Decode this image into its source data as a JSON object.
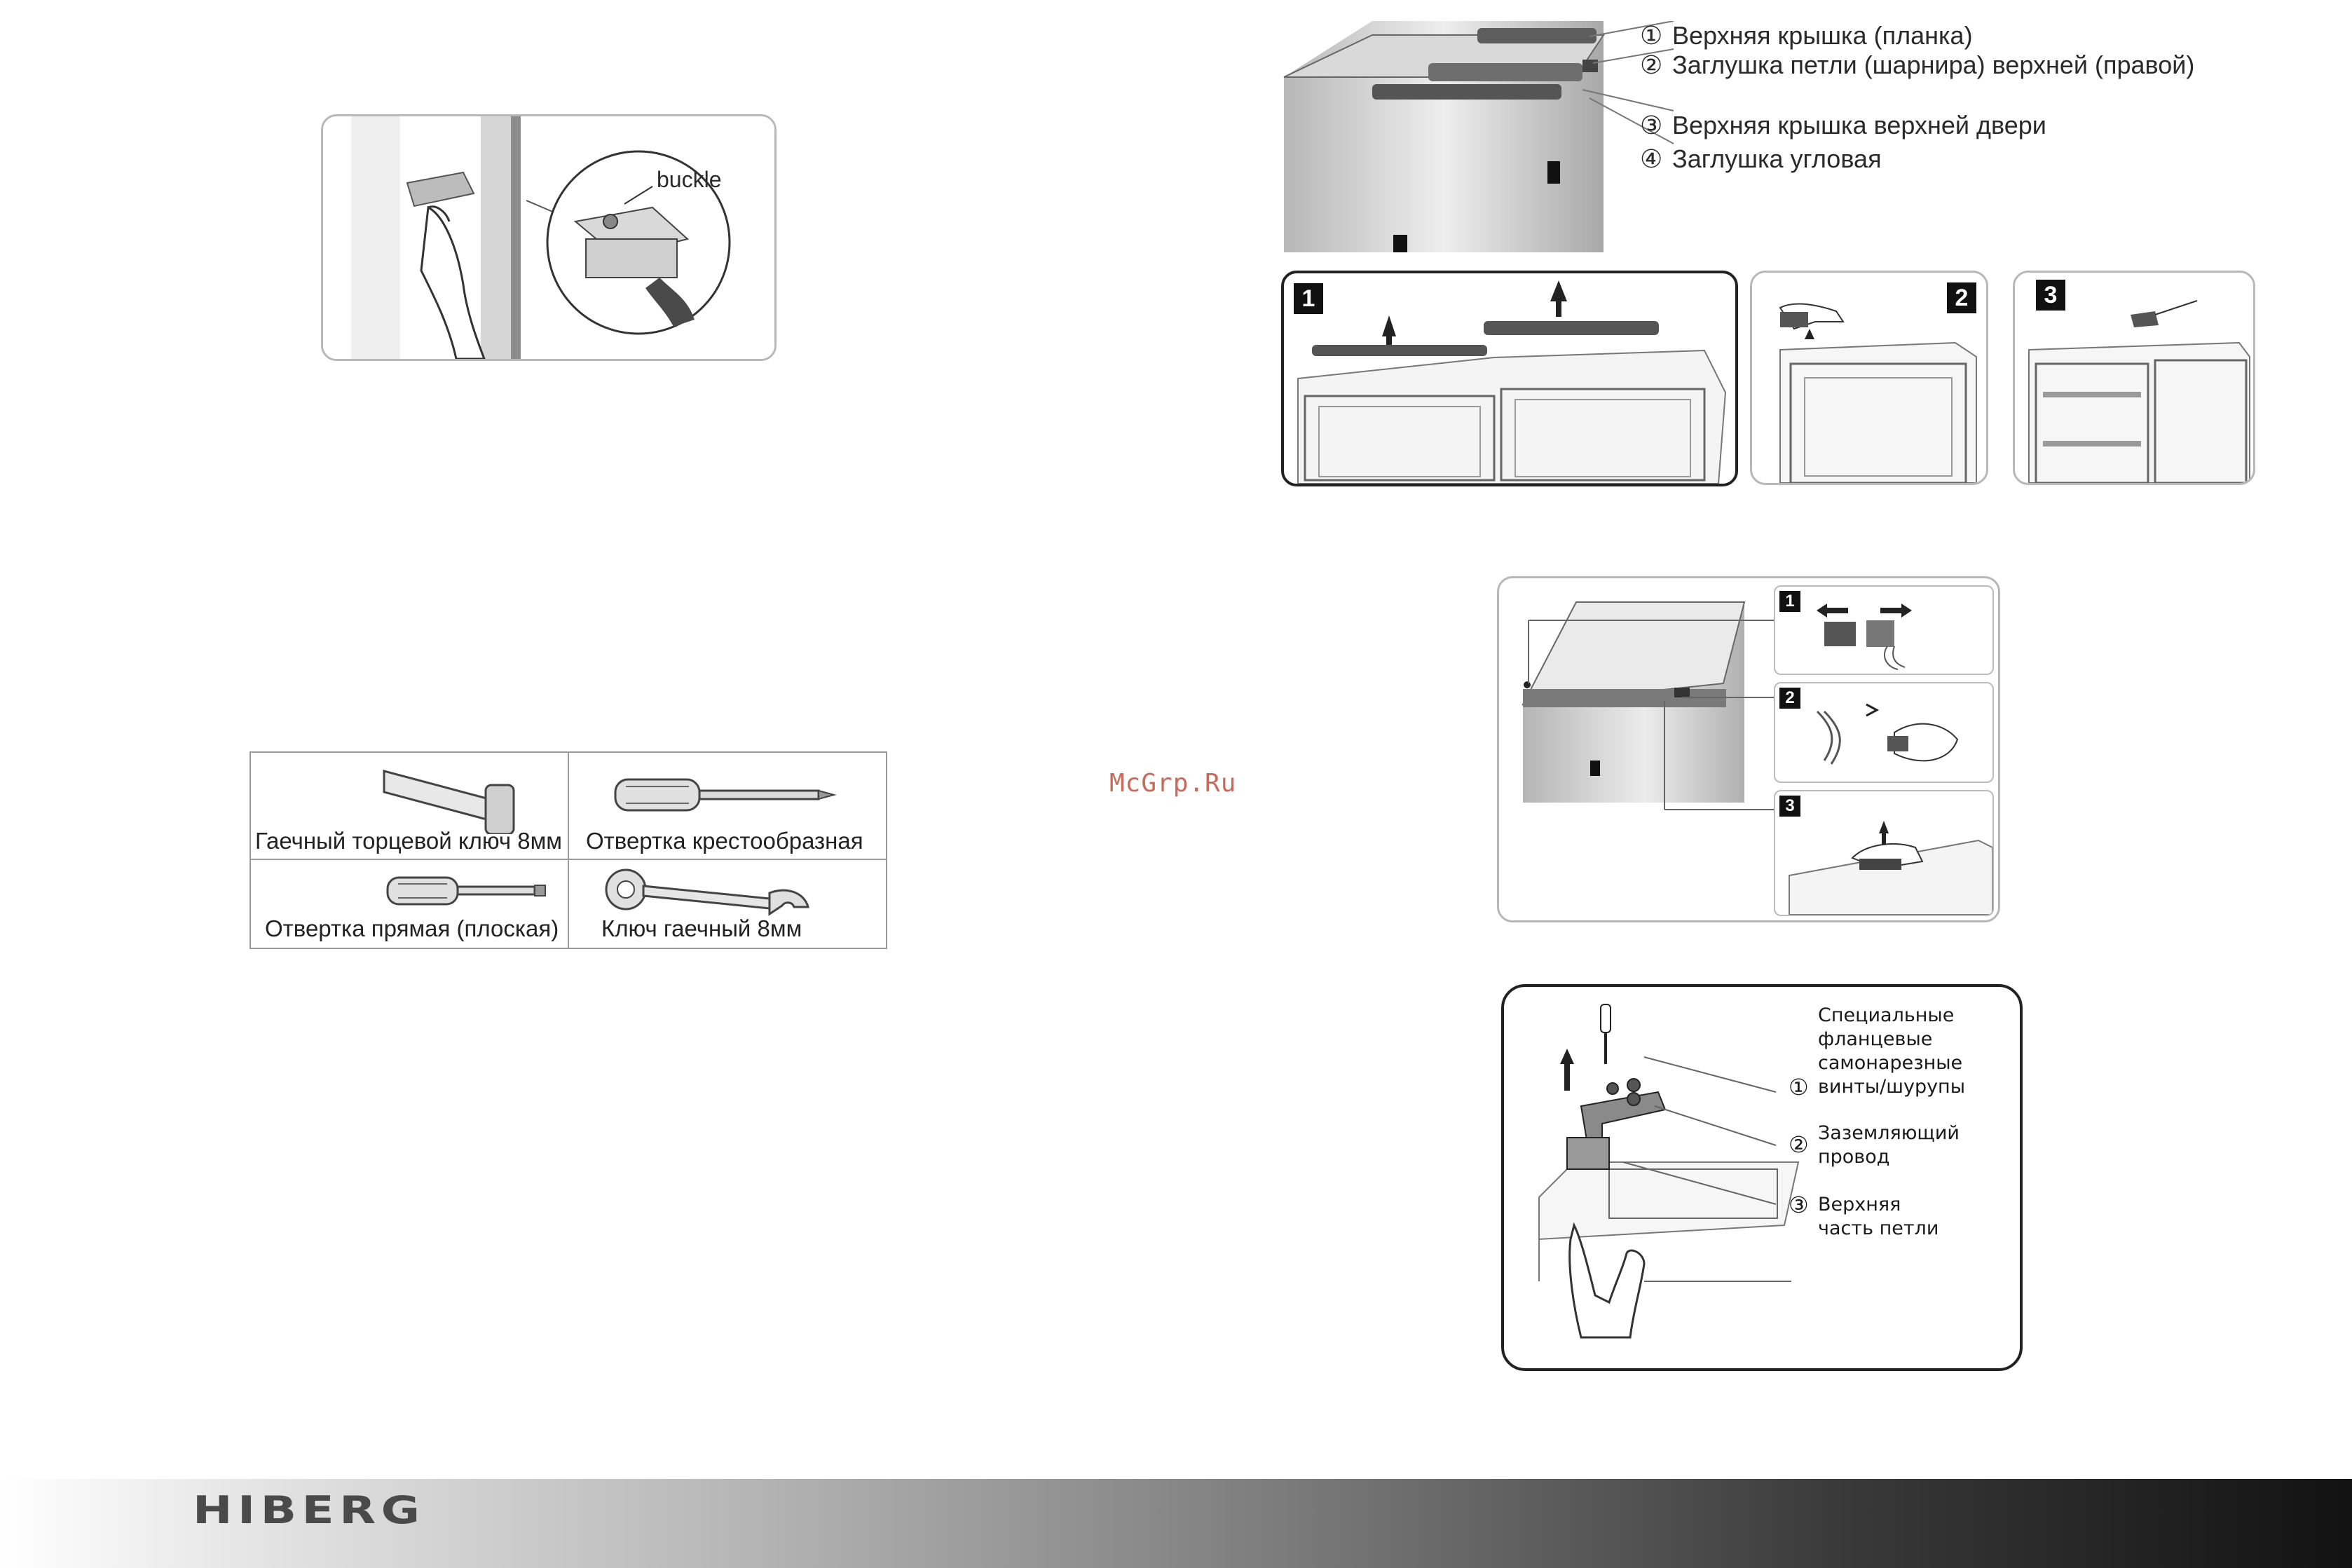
{
  "watermark": "McGrp.Ru",
  "brand": "HIBERG",
  "fig_buckle": {
    "label": "buckle"
  },
  "tools": [
    {
      "label": "Гаечный торцевой ключ 8мм",
      "icon": "socket-wrench-icon"
    },
    {
      "label": "Отвертка крестообразная",
      "icon": "phillips-screwdriver-icon"
    },
    {
      "label": "Отвертка прямая (плоская)",
      "icon": "flat-screwdriver-icon"
    },
    {
      "label": "Ключ гаечный 8мм",
      "icon": "open-end-wrench-icon"
    }
  ],
  "top_parts": [
    {
      "num": "①",
      "label": "Верхняя крышка (планка)"
    },
    {
      "num": "②",
      "label": "Заглушка петли (шарнира) верхней (правой)"
    },
    {
      "num": "③",
      "label": "Верхняя крышка верхней двери"
    },
    {
      "num": "④",
      "label": "Заглушка угловая"
    }
  ],
  "steps_top": [
    "1",
    "2",
    "3"
  ],
  "steps_right": [
    "1",
    "2",
    "3"
  ],
  "hinge_parts": [
    {
      "num": "",
      "label": "Специальные\nфланцевые\nсамонарезные"
    },
    {
      "num": "①",
      "label": "винты/шурупы"
    },
    {
      "num": "②",
      "label": "Заземляющий\nпровод"
    },
    {
      "num": "③",
      "label": "Верхняя\nчасть петли"
    }
  ],
  "colors": {
    "footer_dark": "#121212",
    "watermark": "#c86a5a",
    "panel_border": "#b8b8b8"
  }
}
